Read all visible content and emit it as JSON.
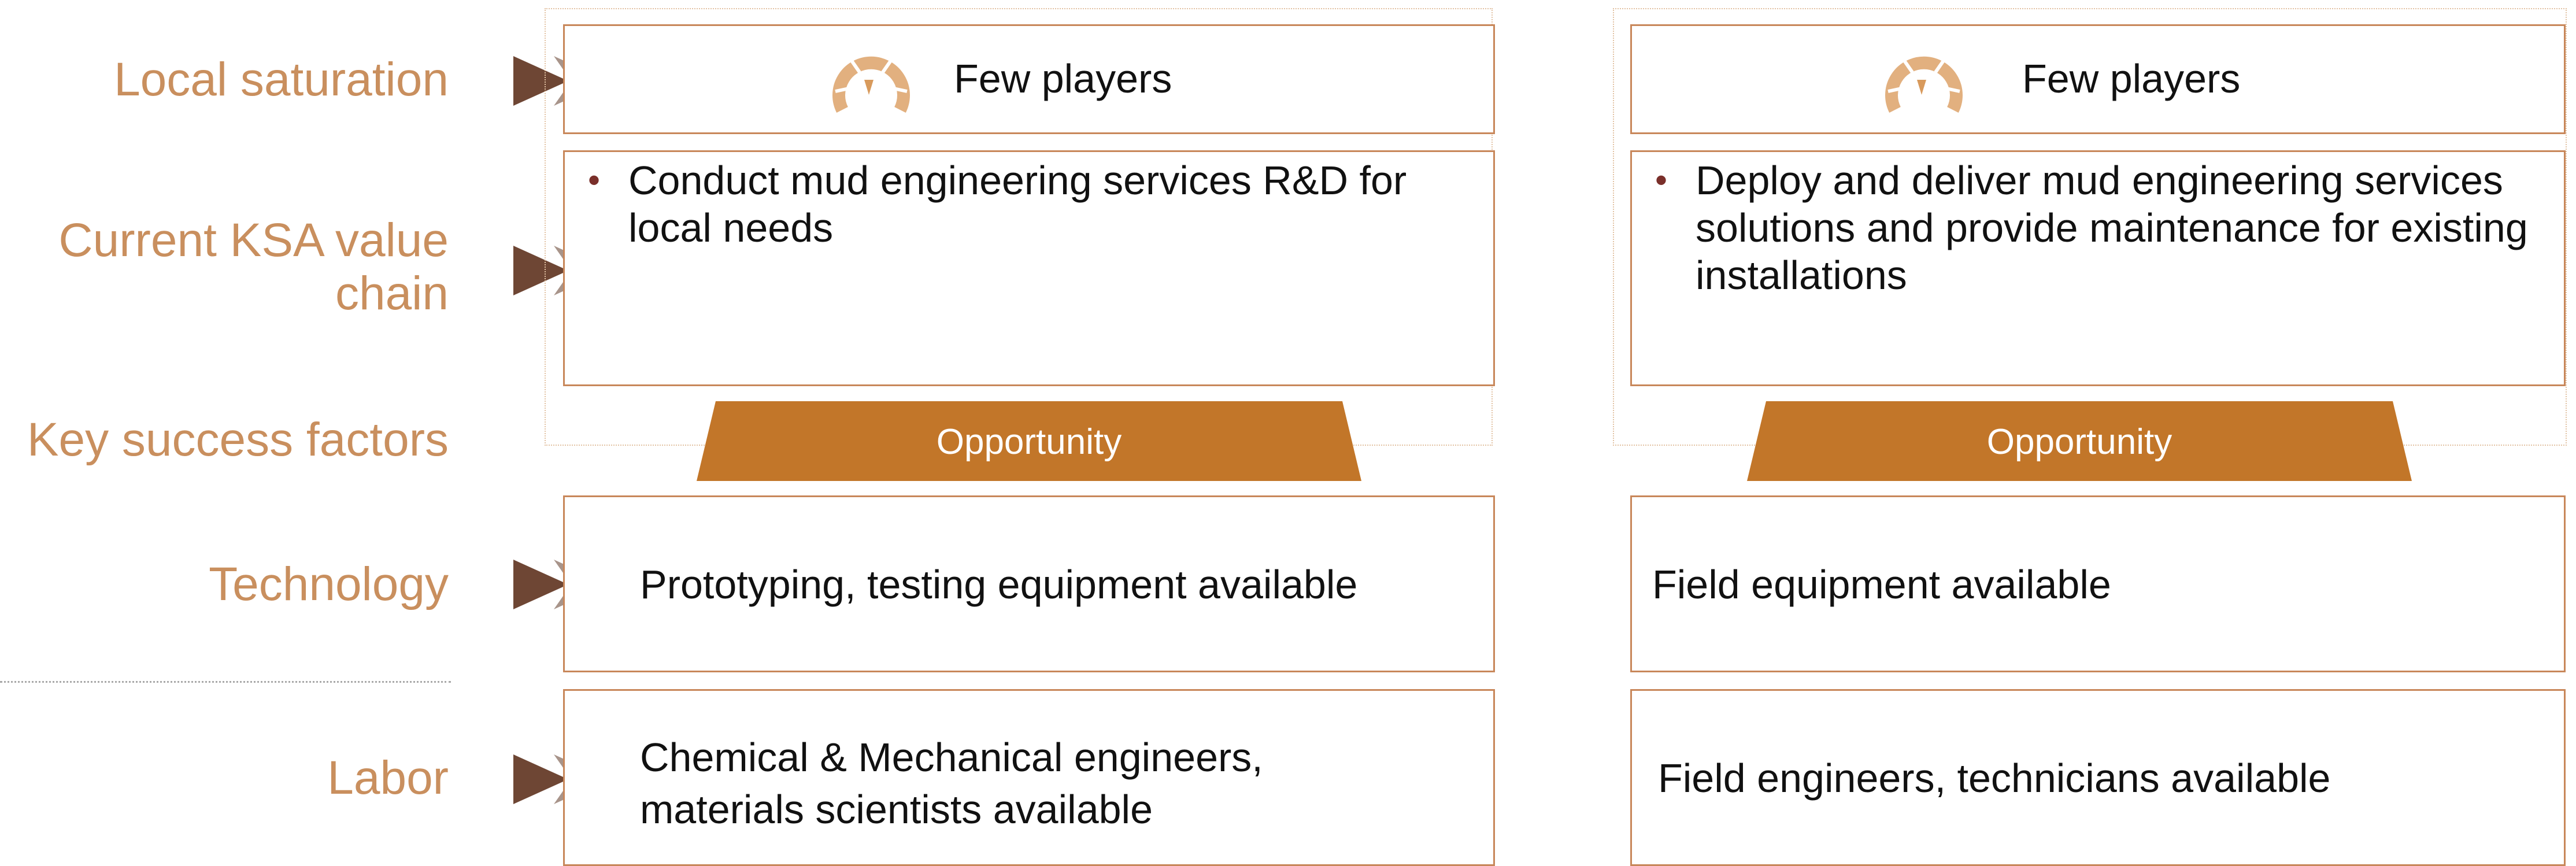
{
  "rows": {
    "local_saturation": "Local saturation",
    "current_ksa_value_chain": "Current KSA value\nchain",
    "key_success_factors": "Key success factors",
    "technology": "Technology",
    "labor": "Labor"
  },
  "columns": [
    {
      "saturation": {
        "icon": "gauge-icon",
        "label": "Few players"
      },
      "value_chain": [
        "Conduct mud engineering services R&D for local needs"
      ],
      "opportunity": "Opportunity",
      "technology": "Prototyping, testing equipment available",
      "labor": "Chemical & Mechanical engineers,\nmaterials scientists available"
    },
    {
      "saturation": {
        "icon": "gauge-icon",
        "label": "Few players"
      },
      "value_chain": [
        "Deploy and deliver mud engineering services solutions and provide maintenance for existing installations"
      ],
      "opportunity": "Opportunity",
      "technology": "Field equipment available",
      "labor": "Field engineers, technicians available"
    }
  ],
  "colors": {
    "label": "#c98f5e",
    "box_border": "#c8875a",
    "opportunity_fill": "#c27629",
    "bullet": "#7a2f2a",
    "arrow_dark": "#6e4634"
  }
}
